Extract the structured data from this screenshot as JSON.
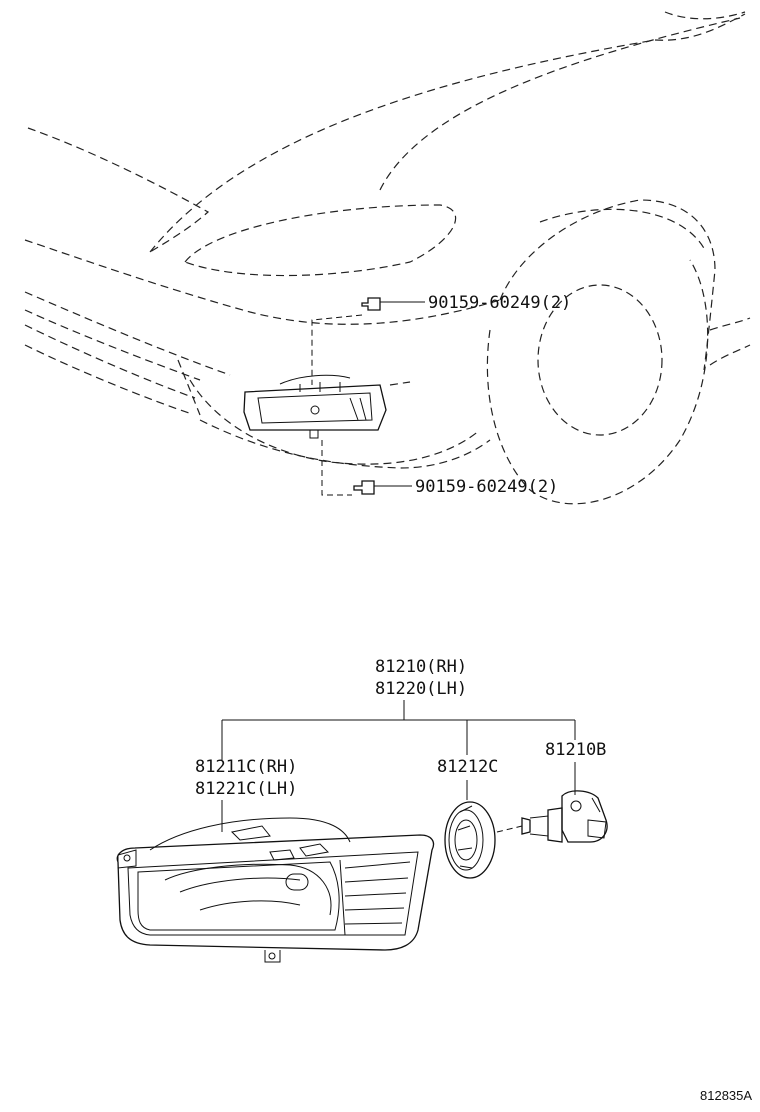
{
  "labels": {
    "bolt_upper": "90159-60249(2)",
    "bolt_lower": "90159-60249(2)",
    "assy_rh": "81210(RH)",
    "assy_lh": "81220(LH)",
    "lens_rh": "81211C(RH)",
    "lens_lh": "81221C(LH)",
    "socket": "81212C",
    "bulb": "81210B",
    "figure_ref": "812835A"
  }
}
